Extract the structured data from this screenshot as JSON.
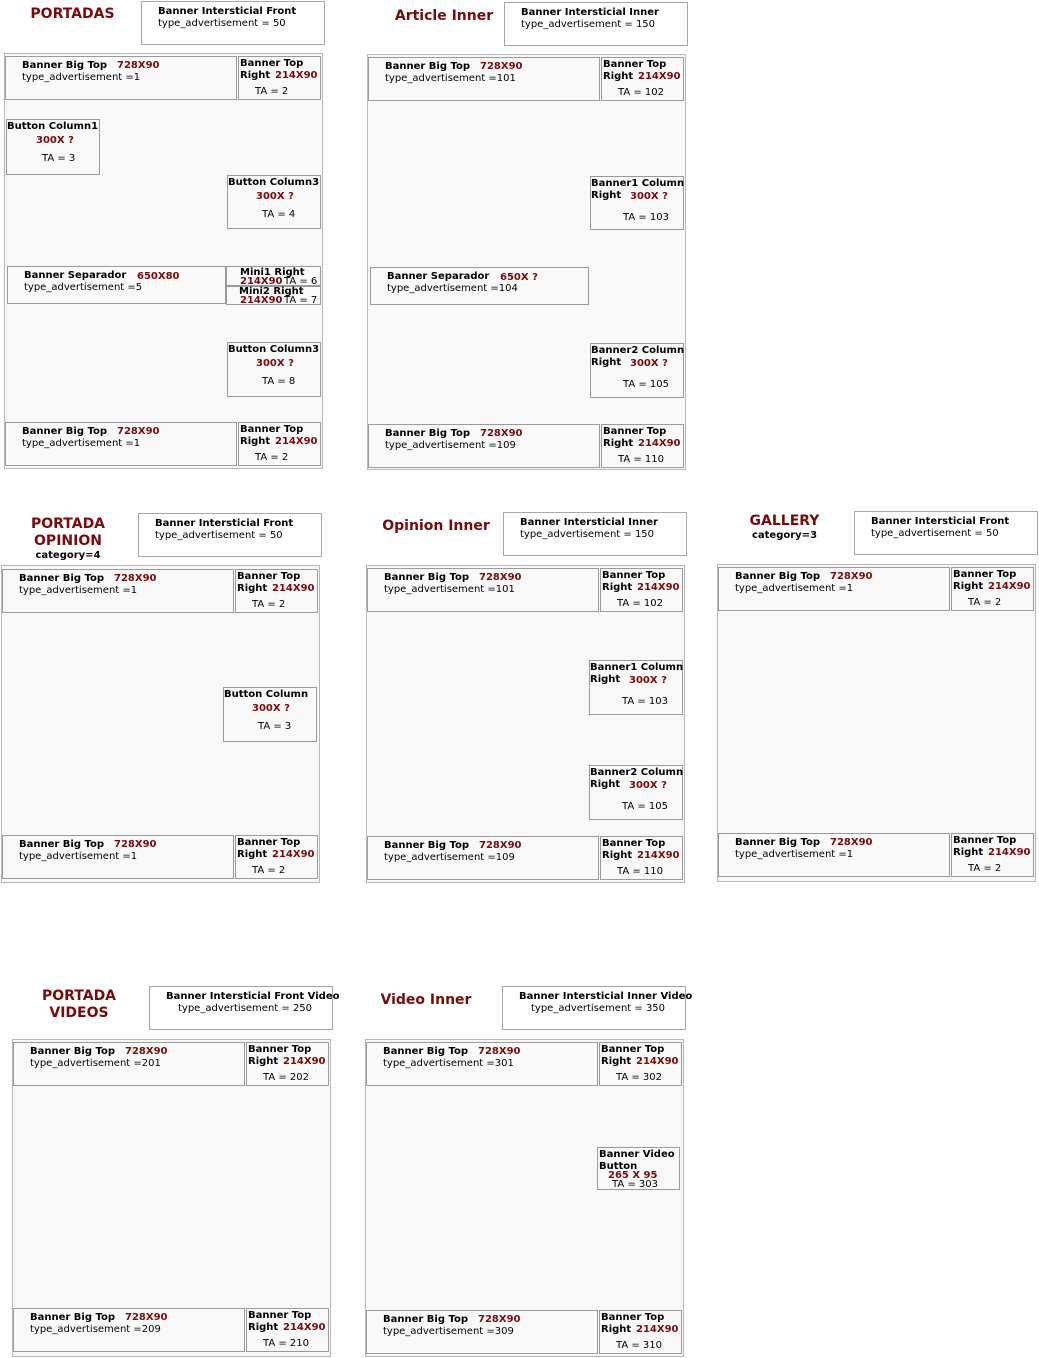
{
  "lbl": {
    "bbt": "Banner Big Top",
    "btr1": "Banner Top",
    "btr2": "Right",
    "bc1": "Button Column1",
    "bc3": "Button Column3",
    "bc": "Button Column",
    "sep": "Banner Separador",
    "m1": "Mini1 Right",
    "m2": "Mini2 Right",
    "b1cr1": "Banner1 Column",
    "b2cr1": "Banner2 Column",
    "right": "Right",
    "bv1": "Banner Video",
    "bv2": "Button",
    "isf": "Banner  Intersticial Front",
    "isi": "Banner  Intersticial Inner",
    "isfv": "Banner  Intersticial Front Video",
    "isiv": "Banner  Intersticial Inner Video"
  },
  "dim": {
    "d728": "728X90",
    "d214": "214X90",
    "d300": "300X ?",
    "d650": "650X80",
    "d650q": "650X ?",
    "d265": "265 X 95"
  },
  "ta": {
    "t1": "type_advertisement =1",
    "t5": "type_advertisement =5",
    "t50": "type_advertisement = 50",
    "t101": "type_advertisement =101",
    "t104": "type_advertisement =104",
    "t109": "type_advertisement =109",
    "t150": "type_advertisement = 150",
    "t201": "type_advertisement =201",
    "t209": "type_advertisement =209",
    "t250": "type_advertisement = 250",
    "t301": "type_advertisement =301",
    "t309": "type_advertisement =309",
    "t350": "type_advertisement = 350",
    "a2": "TA = 2",
    "a3": "TA = 3",
    "a4": "TA = 4",
    "a6": "TA = 6",
    "a7": "TA = 7",
    "a8": "TA = 8",
    "a102": "TA = 102",
    "a103": "TA = 103",
    "a105": "TA = 105",
    "a110": "TA = 110",
    "a202": "TA = 202",
    "a210": "TA = 210",
    "a302": "TA = 302",
    "a303": "TA = 303",
    "a310": "TA = 310"
  },
  "titles": {
    "portadas": "PORTADAS",
    "article": "Article Inner",
    "opinion1": "PORTADA",
    "opinion2": "OPINION",
    "opinion_cat": "category=4",
    "opinion_inner": "Opinion Inner",
    "gallery": "GALLERY",
    "gallery_cat": "category=3",
    "videos1": "PORTADA",
    "videos2": "VIDEOS",
    "video_inner": "Video Inner"
  },
  "colors": {
    "title": "#7a0a0a",
    "frame": "#f8f8f8",
    "border": "#a8a8a8"
  }
}
